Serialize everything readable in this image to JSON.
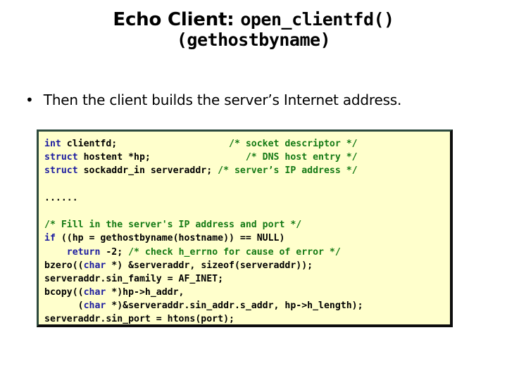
{
  "slide": {
    "title": {
      "line1_plain": "Echo Client: ",
      "line1_mono": "open_clientfd()",
      "line2_mono": "(gethostbyname)"
    },
    "bullet": {
      "marker": "•",
      "text": "Then the client builds the server’s Internet address."
    },
    "colors": {
      "code_background": "#ffffcc",
      "code_border_light": "#2d4a3e",
      "code_border_dark": "#0d0d0d",
      "keyword": "#1c1ca0",
      "comment": "#157a15",
      "text": "#000000",
      "page_background": "#ffffff"
    },
    "code": {
      "lines": [
        {
          "id": "line-1",
          "spans": [
            {
              "cls": "kw",
              "t": "int"
            },
            {
              "cls": "plain",
              "t": " clientfd;                    "
            },
            {
              "cls": "cmt",
              "t": "/* socket descriptor */"
            }
          ]
        },
        {
          "id": "line-2",
          "spans": [
            {
              "cls": "kw",
              "t": "struct"
            },
            {
              "cls": "plain",
              "t": " hostent *hp;                 "
            },
            {
              "cls": "cmt",
              "t": "/* DNS host entry */"
            }
          ]
        },
        {
          "id": "line-3",
          "spans": [
            {
              "cls": "kw",
              "t": "struct"
            },
            {
              "cls": "plain",
              "t": " sockaddr_in serveraddr; "
            },
            {
              "cls": "cmt",
              "t": "/* server’s IP address */"
            }
          ]
        },
        {
          "id": "line-4",
          "spans": []
        },
        {
          "id": "line-5",
          "spans": [
            {
              "cls": "plain",
              "t": "......"
            }
          ]
        },
        {
          "id": "line-6",
          "spans": []
        },
        {
          "id": "line-7",
          "spans": [
            {
              "cls": "cmt",
              "t": "/* Fill in the server's IP address and port */"
            }
          ]
        },
        {
          "id": "line-8",
          "spans": [
            {
              "cls": "kw",
              "t": "if"
            },
            {
              "cls": "plain",
              "t": " ((hp = gethostbyname(hostname)) == NULL)"
            }
          ]
        },
        {
          "id": "line-9",
          "spans": [
            {
              "cls": "plain",
              "t": "    "
            },
            {
              "cls": "kw",
              "t": "return"
            },
            {
              "cls": "plain",
              "t": " -2; "
            },
            {
              "cls": "cmt",
              "t": "/* check h_errno for cause of error */"
            }
          ]
        },
        {
          "id": "line-10",
          "spans": [
            {
              "cls": "plain",
              "t": "bzero(("
            },
            {
              "cls": "kw",
              "t": "char"
            },
            {
              "cls": "plain",
              "t": " *) &serveraddr, sizeof(serveraddr));"
            }
          ]
        },
        {
          "id": "line-11",
          "spans": [
            {
              "cls": "plain",
              "t": "serveraddr.sin_family = AF_INET;"
            }
          ]
        },
        {
          "id": "line-12",
          "spans": [
            {
              "cls": "plain",
              "t": "bcopy(("
            },
            {
              "cls": "kw",
              "t": "char"
            },
            {
              "cls": "plain",
              "t": " *)hp->h_addr,"
            }
          ]
        },
        {
          "id": "line-13",
          "spans": [
            {
              "cls": "plain",
              "t": "      ("
            },
            {
              "cls": "kw",
              "t": "char"
            },
            {
              "cls": "plain",
              "t": " *)&serveraddr.sin_addr.s_addr, hp->h_length);"
            }
          ]
        },
        {
          "id": "line-14",
          "spans": [
            {
              "cls": "plain",
              "t": "serveraddr.sin_port = htons(port);"
            }
          ]
        }
      ]
    }
  }
}
